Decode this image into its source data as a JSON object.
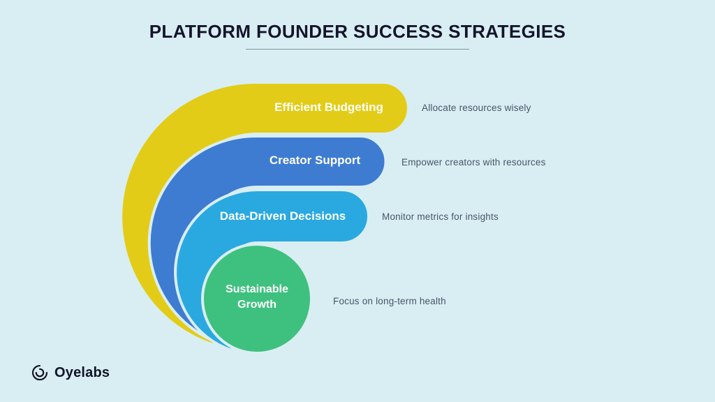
{
  "title": "PLATFORM FOUNDER SUCCESS STRATEGIES",
  "items": [
    {
      "label": "Efficient Budgeting",
      "description": "Allocate resources wisely",
      "color": "#e3cc17"
    },
    {
      "label": "Creator Support",
      "description": "Empower creators with resources",
      "color": "#3e7cd2"
    },
    {
      "label": "Data-Driven Decisions",
      "description": "Monitor metrics for insights",
      "color": "#29a9e0"
    },
    {
      "label": "Sustainable Growth",
      "description": "Focus on long-term health",
      "color": "#3ec17e"
    }
  ],
  "logo": {
    "text": "Oyelabs",
    "icon": "swirl-circle-icon"
  },
  "colors": {
    "background": "#d9eef3",
    "title_text": "#14142b",
    "description_text": "#475569",
    "divider": "#7e96a1",
    "label_text": "#ffffff"
  }
}
